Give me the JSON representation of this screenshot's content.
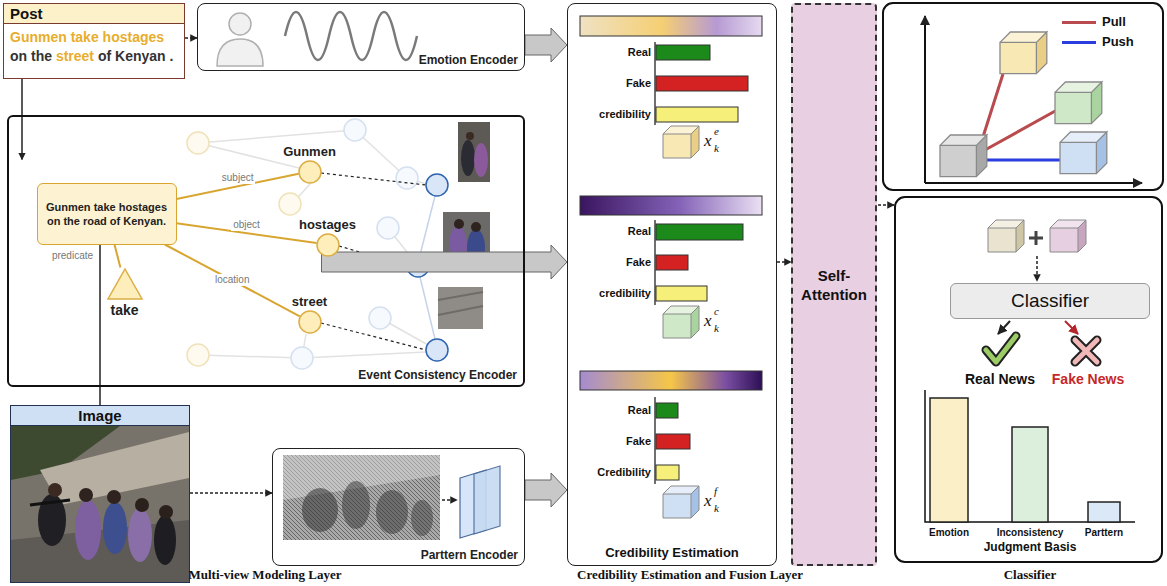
{
  "diagram": {
    "nodes": [
      {
        "text": [
          "Post",
          "Gunmen take hostages on the street of Kenyan ."
        ]
      },
      {
        "text": [
          "Emotion Encoder"
        ]
      },
      {
        "text": [
          "Event Consistency Encoder"
        ]
      },
      {
        "text": [
          "Gunmen take hostages on the road of Kenyan."
        ],
        "in": 2
      },
      {
        "text": [
          "Gunmen"
        ],
        "in": 2
      },
      {
        "text": [
          "hostages"
        ],
        "in": 2
      },
      {
        "text": [
          "street"
        ],
        "in": 2
      },
      {
        "text": [
          "take"
        ],
        "in": 2
      },
      {
        "text": [
          "Image"
        ]
      },
      {
        "text": [
          "Parttern Encoder"
        ]
      },
      {
        "text": [
          "Credibility Estimation"
        ]
      },
      {
        "text": [
          "Self-Attention"
        ]
      },
      {
        "text": [
          "Classifier"
        ]
      }
    ],
    "edges": [
      {
        "from": 0,
        "to": 1,
        "arrow": "to"
      },
      {
        "from": 0,
        "to": 2,
        "arrow": "to"
      },
      {
        "from": 8,
        "to": 2,
        "arrow": "to"
      },
      {
        "from": 8,
        "to": 9,
        "arrow": "to"
      },
      {
        "from": 1,
        "to": 10,
        "arrow": "to"
      },
      {
        "from": 2,
        "to": 10,
        "arrow": "to"
      },
      {
        "from": 9,
        "to": 10,
        "arrow": "to"
      },
      {
        "from": 10,
        "to": 11,
        "arrow": "to"
      },
      {
        "from": 3,
        "to": 4,
        "label": "subject",
        "arrow": "none"
      },
      {
        "from": 3,
        "to": 5,
        "label": "object",
        "arrow": "none"
      },
      {
        "from": 3,
        "to": 6,
        "label": "location",
        "arrow": "none"
      },
      {
        "from": 3,
        "to": 7,
        "label": "predicate",
        "arrow": "none"
      }
    ],
    "labels": [
      "Real",
      "Fake",
      "credibility",
      "x",
      "k",
      "e",
      "Real",
      "Fake",
      "credibility",
      "x",
      "k",
      "c",
      "Real",
      "Fake",
      "Credibility",
      "x",
      "k",
      "f",
      "Real News",
      "Fake News",
      "Emotion",
      "Inconsistency",
      "Parttern",
      "Judgment Basis",
      "Multi-view Modeling Layer",
      "Credibility Estimation and Fusion Layer",
      "Classifier"
    ],
    "legend": [
      {
        "text": "Pull"
      },
      {
        "text": "Push"
      }
    ]
  }
}
